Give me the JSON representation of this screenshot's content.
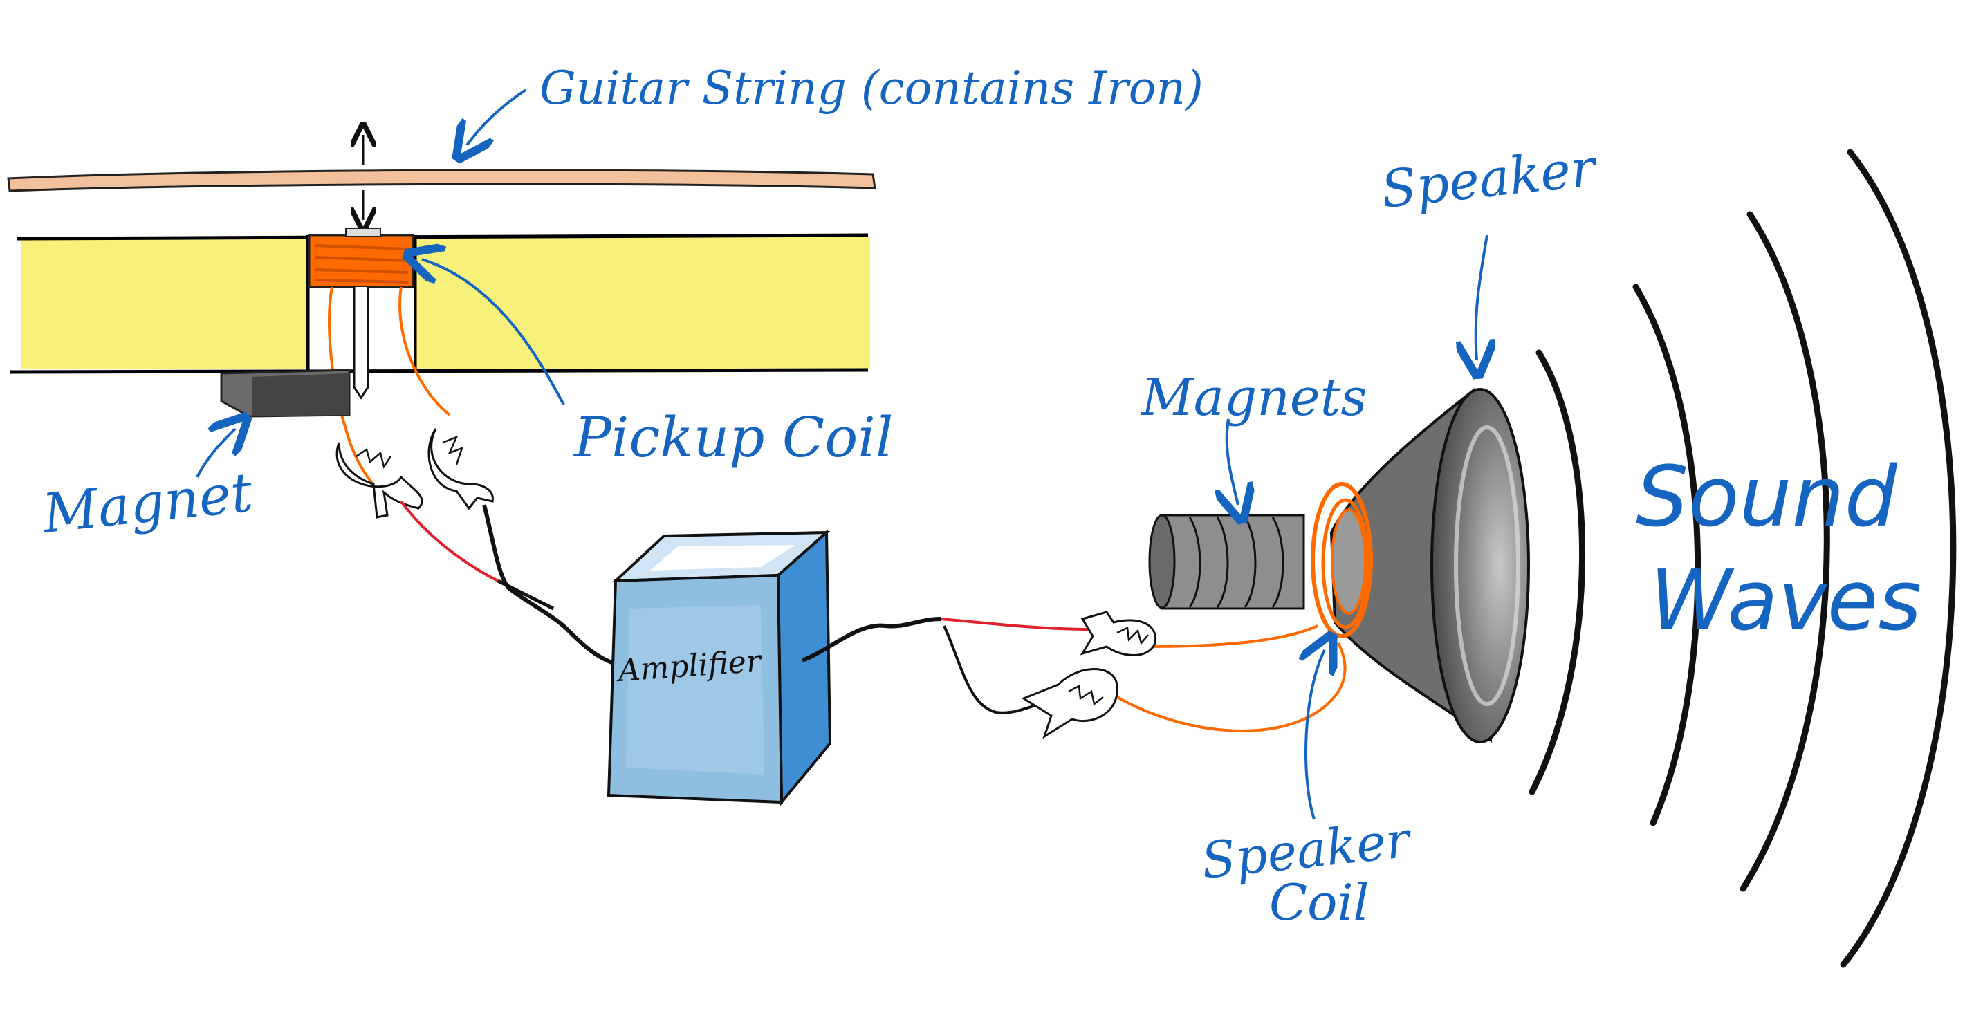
{
  "labels": {
    "guitar_string": "Guitar String (contains Iron)",
    "pickup_coil": "Pickup Coil",
    "magnet": "Magnet",
    "amplifier": "Amplifier",
    "magnets": "Magnets",
    "speaker": "Speaker",
    "speaker_coil_line1": "Speaker",
    "speaker_coil_line2": "Coil",
    "sound_waves_line1": "Sound",
    "sound_waves_line2": "Waves"
  },
  "colors": {
    "label_blue": "#1565c0",
    "coil_orange": "#ff6a00",
    "wood_yellow": "#f7f07a",
    "string_tan": "#f2c09a",
    "amp_blue": "#8fbfe0",
    "wire_red": "#e0202a",
    "wire_black": "#111111"
  }
}
